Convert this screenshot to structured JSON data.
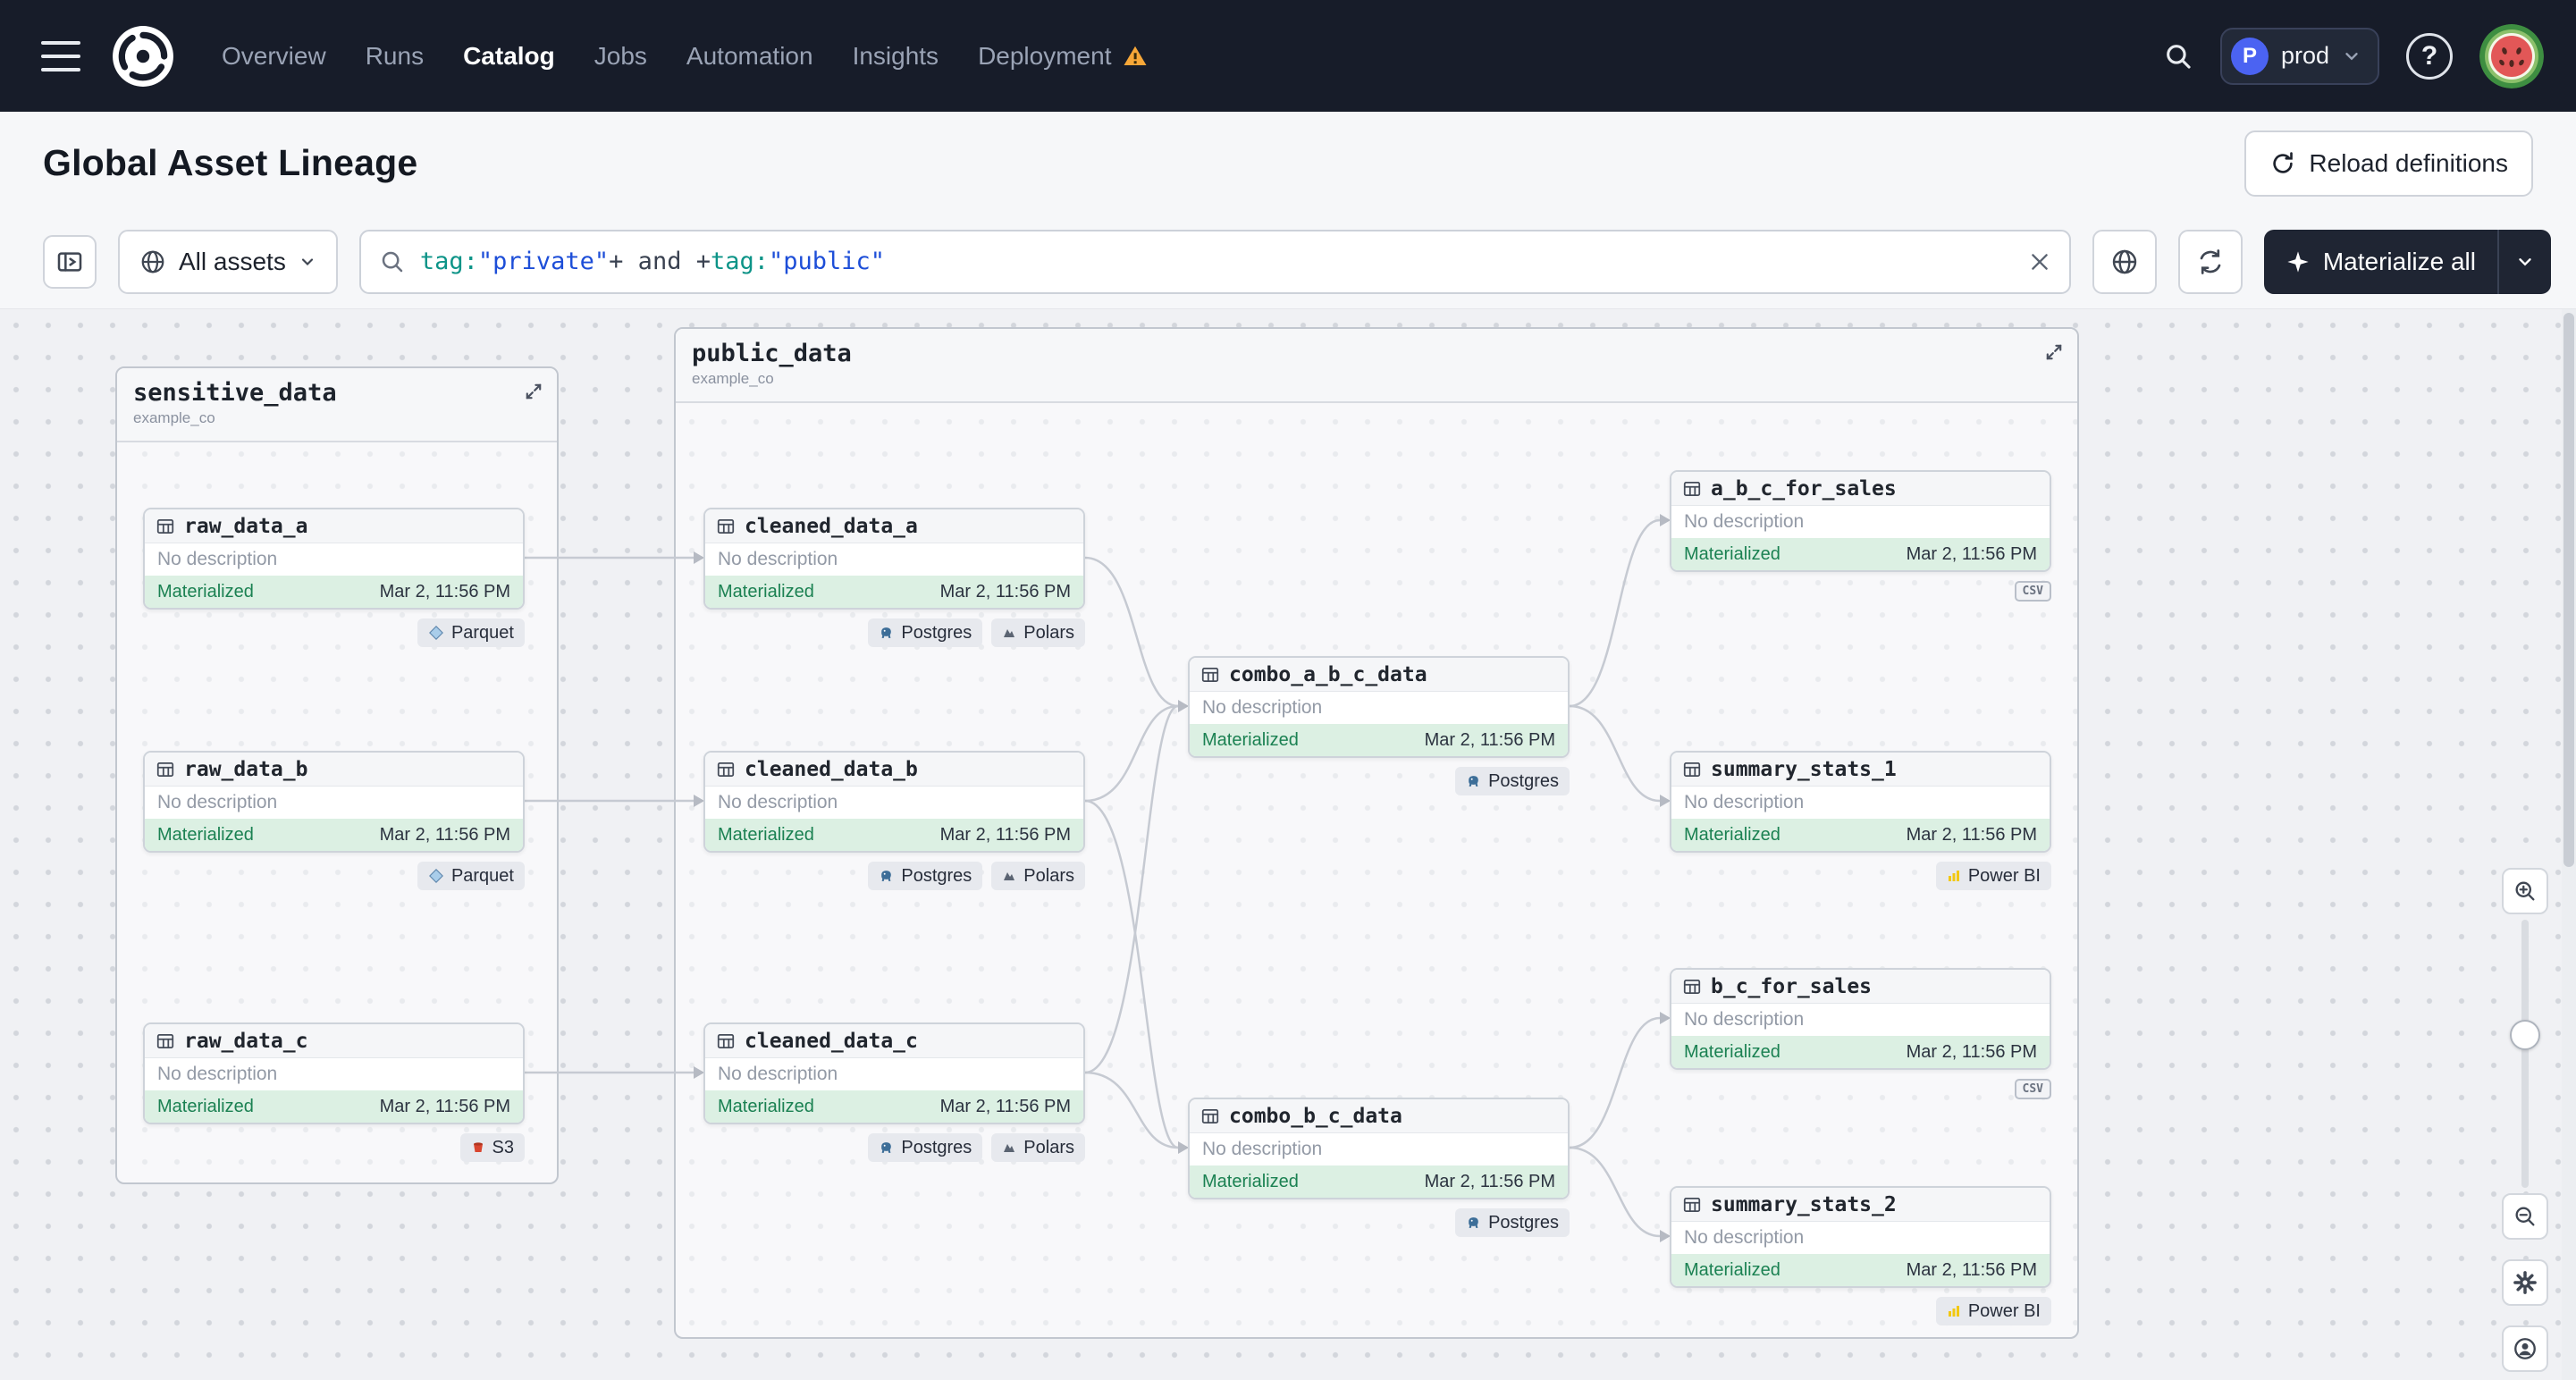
{
  "colors": {
    "nav_bg": "#171c29",
    "accent_dark": "#1f2533",
    "materialized_green": "#1b8152",
    "materialized_bg": "#dcf0e3",
    "warning": "#f7a738",
    "powerbi_yellow": "#f2c811",
    "postgres_blue": "#3d6e98",
    "s3_red": "#d9452f",
    "query_tag": "#0d9488",
    "query_string": "#1d4ed8"
  },
  "nav": {
    "items": [
      "Overview",
      "Runs",
      "Catalog",
      "Jobs",
      "Automation",
      "Insights",
      "Deployment"
    ],
    "active_item": "Catalog",
    "deployment": {
      "initial": "P",
      "name": "prod"
    }
  },
  "header": {
    "title": "Global Asset Lineage",
    "reload_button": "Reload definitions"
  },
  "toolbar": {
    "scope": "All assets",
    "query": {
      "seg1": "tag:",
      "seg2": "\"private\"",
      "seg3": "+ and +",
      "seg4": "tag:",
      "seg5": "\"public\""
    },
    "materialize": "Materialize all"
  },
  "graph": {
    "groups": [
      {
        "name": "sensitive_data",
        "subtitle": "example_co"
      },
      {
        "name": "public_data",
        "subtitle": "example_co"
      }
    ],
    "nodes": [
      {
        "name": "raw_data_a",
        "description": "No description",
        "status": "Materialized",
        "timestamp": "Mar 2, 11:56 PM",
        "tags": [
          "Parquet"
        ]
      },
      {
        "name": "raw_data_b",
        "description": "No description",
        "status": "Materialized",
        "timestamp": "Mar 2, 11:56 PM",
        "tags": [
          "Parquet"
        ]
      },
      {
        "name": "raw_data_c",
        "description": "No description",
        "status": "Materialized",
        "timestamp": "Mar 2, 11:56 PM",
        "tags": [
          "S3"
        ]
      },
      {
        "name": "cleaned_data_a",
        "description": "No description",
        "status": "Materialized",
        "timestamp": "Mar 2, 11:56 PM",
        "tags": [
          "Postgres",
          "Polars"
        ]
      },
      {
        "name": "cleaned_data_b",
        "description": "No description",
        "status": "Materialized",
        "timestamp": "Mar 2, 11:56 PM",
        "tags": [
          "Postgres",
          "Polars"
        ]
      },
      {
        "name": "cleaned_data_c",
        "description": "No description",
        "status": "Materialized",
        "timestamp": "Mar 2, 11:56 PM",
        "tags": [
          "Postgres",
          "Polars"
        ]
      },
      {
        "name": "combo_a_b_c_data",
        "description": "No description",
        "status": "Materialized",
        "timestamp": "Mar 2, 11:56 PM",
        "tags": [
          "Postgres"
        ]
      },
      {
        "name": "combo_b_c_data",
        "description": "No description",
        "status": "Materialized",
        "timestamp": "Mar 2, 11:56 PM",
        "tags": [
          "Postgres"
        ]
      },
      {
        "name": "a_b_c_for_sales",
        "description": "No description",
        "status": "Materialized",
        "timestamp": "Mar 2, 11:56 PM",
        "tags": [],
        "badge": "CSV"
      },
      {
        "name": "summary_stats_1",
        "description": "No description",
        "status": "Materialized",
        "timestamp": "Mar 2, 11:56 PM",
        "tags": [
          "Power BI"
        ]
      },
      {
        "name": "b_c_for_sales",
        "description": "No description",
        "status": "Materialized",
        "timestamp": "Mar 2, 11:56 PM",
        "tags": [],
        "badge": "CSV"
      },
      {
        "name": "summary_stats_2",
        "description": "No description",
        "status": "Materialized",
        "timestamp": "Mar 2, 11:56 PM",
        "tags": [
          "Power BI"
        ]
      }
    ],
    "edges": [
      {
        "from": "raw_data_a",
        "to": "cleaned_data_a"
      },
      {
        "from": "raw_data_b",
        "to": "cleaned_data_b"
      },
      {
        "from": "raw_data_c",
        "to": "cleaned_data_c"
      },
      {
        "from": "cleaned_data_a",
        "to": "combo_a_b_c_data"
      },
      {
        "from": "cleaned_data_b",
        "to": "combo_a_b_c_data"
      },
      {
        "from": "cleaned_data_c",
        "to": "combo_a_b_c_data"
      },
      {
        "from": "cleaned_data_b",
        "to": "combo_b_c_data"
      },
      {
        "from": "cleaned_data_c",
        "to": "combo_b_c_data"
      },
      {
        "from": "combo_a_b_c_data",
        "to": "a_b_c_for_sales"
      },
      {
        "from": "combo_a_b_c_data",
        "to": "summary_stats_1"
      },
      {
        "from": "combo_b_c_data",
        "to": "b_c_for_sales"
      },
      {
        "from": "combo_b_c_data",
        "to": "summary_stats_2"
      }
    ]
  }
}
